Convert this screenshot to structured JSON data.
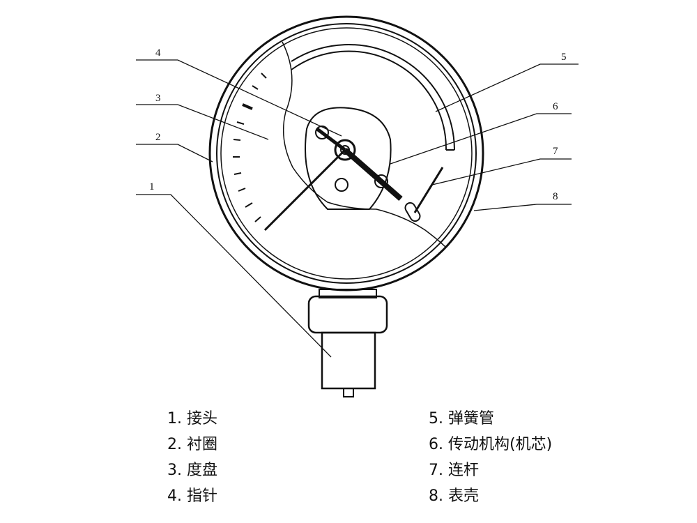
{
  "callouts": [
    "1",
    "2",
    "3",
    "4",
    "5",
    "6",
    "7",
    "8"
  ],
  "legend": {
    "left": [
      {
        "num": "1.",
        "label": "接头"
      },
      {
        "num": "2.",
        "label": "衬圈"
      },
      {
        "num": "3.",
        "label": "度盘"
      },
      {
        "num": "4.",
        "label": "指针"
      }
    ],
    "right": [
      {
        "num": "5.",
        "label": "弹簧管"
      },
      {
        "num": "6.",
        "label": "传动机构(机芯)"
      },
      {
        "num": "7.",
        "label": "连杆"
      },
      {
        "num": "8.",
        "label": "表壳"
      }
    ]
  }
}
